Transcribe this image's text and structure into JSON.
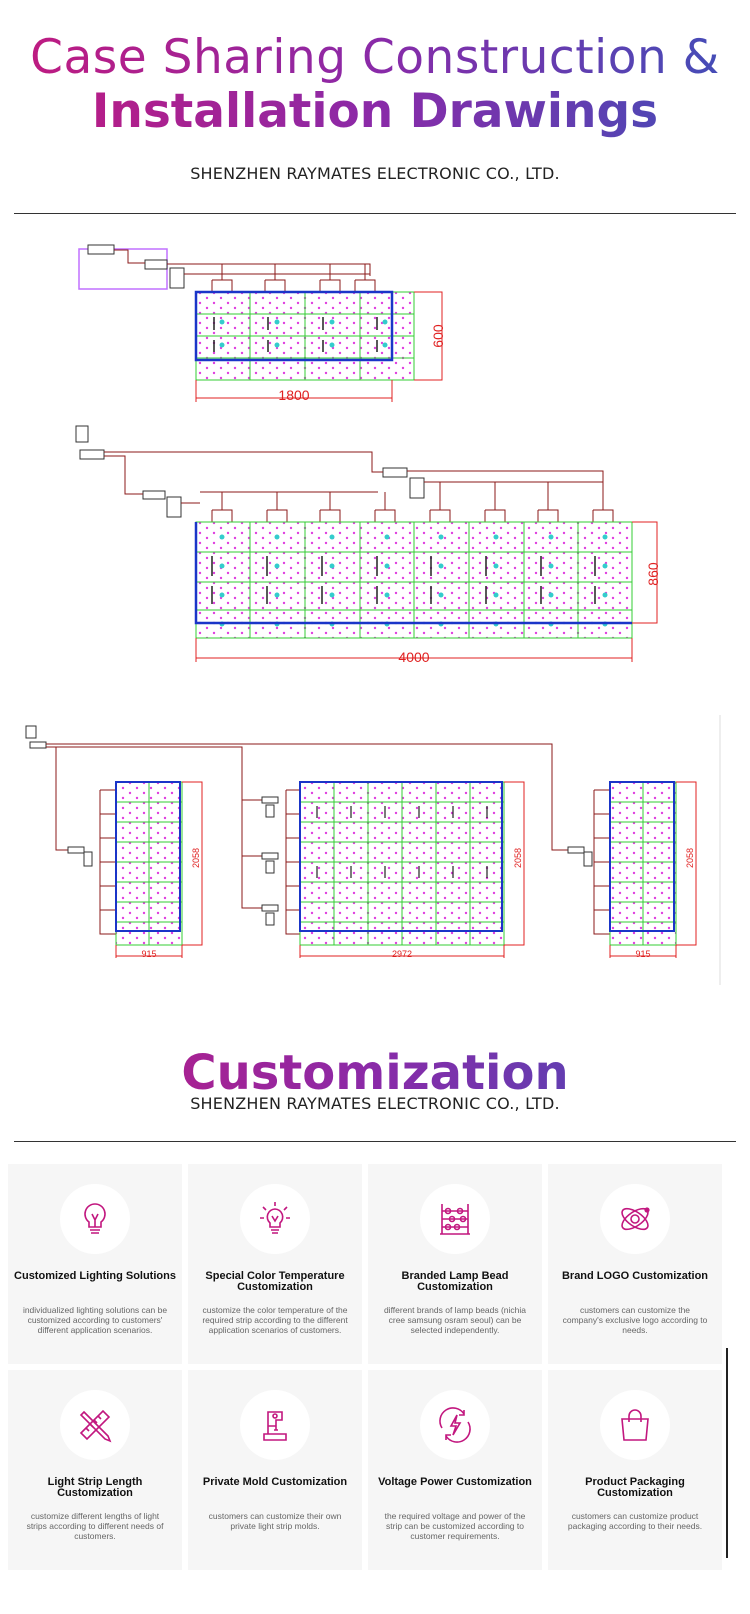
{
  "header": {
    "title_line1": "Case Sharing Construction &",
    "title_line2": "Installation Drawings",
    "company": "SHENZHEN RAYMATES ELECTRONIC CO., LTD."
  },
  "drawings": {
    "drawing1": {
      "width_label": "1800",
      "height_label": "600"
    },
    "drawing2": {
      "width_label": "4000",
      "height_label": "860"
    },
    "drawing3": {
      "left_width_label": "915",
      "left_height_label": "2058",
      "center_width_label": "2972",
      "center_height_label": "2058",
      "right_width_label": "915",
      "right_height_label": "2058"
    },
    "colors": {
      "wire": "#8b1a1a",
      "frame": "#1a35c8",
      "dimension": "#e02020",
      "grid": "#33cc33",
      "dots": "#e040e0",
      "lamp": "#33cccc"
    }
  },
  "customization": {
    "title": "Customization",
    "company": "SHENZHEN RAYMATES ELECTRONIC CO., LTD.",
    "accent": "#c2177f",
    "cards": [
      {
        "icon": "light-bulb-icon",
        "title": "Customized Lighting Solutions",
        "desc": "individualized lighting solutions can be customized according to customers' different application scenarios."
      },
      {
        "icon": "bulb-glow-icon",
        "title": "Special Color Temperature Customization",
        "desc": "customize the color temperature of the required strip according to the different application scenarios of customers."
      },
      {
        "icon": "abacus-icon",
        "title": "Branded Lamp Bead Customization",
        "desc": "different brands of lamp beads (nichia cree samsung osram seoul) can be selected independently."
      },
      {
        "icon": "atom-icon",
        "title": "Brand LOGO Customization",
        "desc": "customers can customize the company's exclusive logo according to needs."
      },
      {
        "icon": "ruler-pencil-icon",
        "title": "Light Strip Length Customization",
        "desc": "customize different lengths of light strips according to different needs of customers."
      },
      {
        "icon": "mold-machine-icon",
        "title": "Private Mold Customization",
        "desc": "customers can customize their own private light strip molds."
      },
      {
        "icon": "voltage-icon",
        "title": "Voltage Power Customization",
        "desc": "the required voltage and power of the strip can be customized according to customer requirements."
      },
      {
        "icon": "shopping-bag-icon",
        "title": "Product Packaging Customization",
        "desc": "customers can customize product packaging according to their needs."
      }
    ]
  }
}
